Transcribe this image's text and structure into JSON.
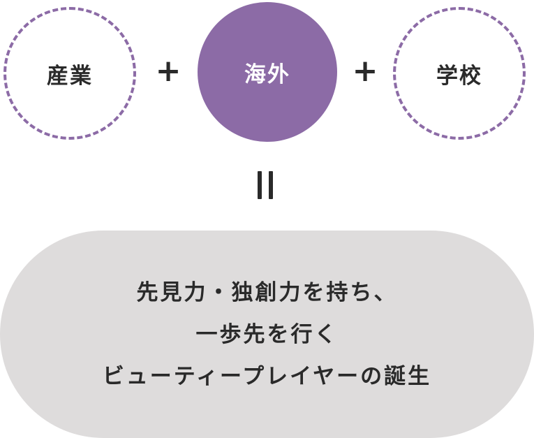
{
  "circles": {
    "left_label": "産業",
    "middle_label": "海外",
    "right_label": "学校"
  },
  "operators": {
    "plus": "+"
  },
  "colors": {
    "accent_purple": "#8c6ba6",
    "pill_gray": "#dedcdc",
    "text_dark": "#2a2a2a"
  },
  "result": {
    "lines": [
      "先見力・独創力を持ち、",
      "一歩先を行く",
      "ビューティープレイヤーの誕生"
    ]
  }
}
